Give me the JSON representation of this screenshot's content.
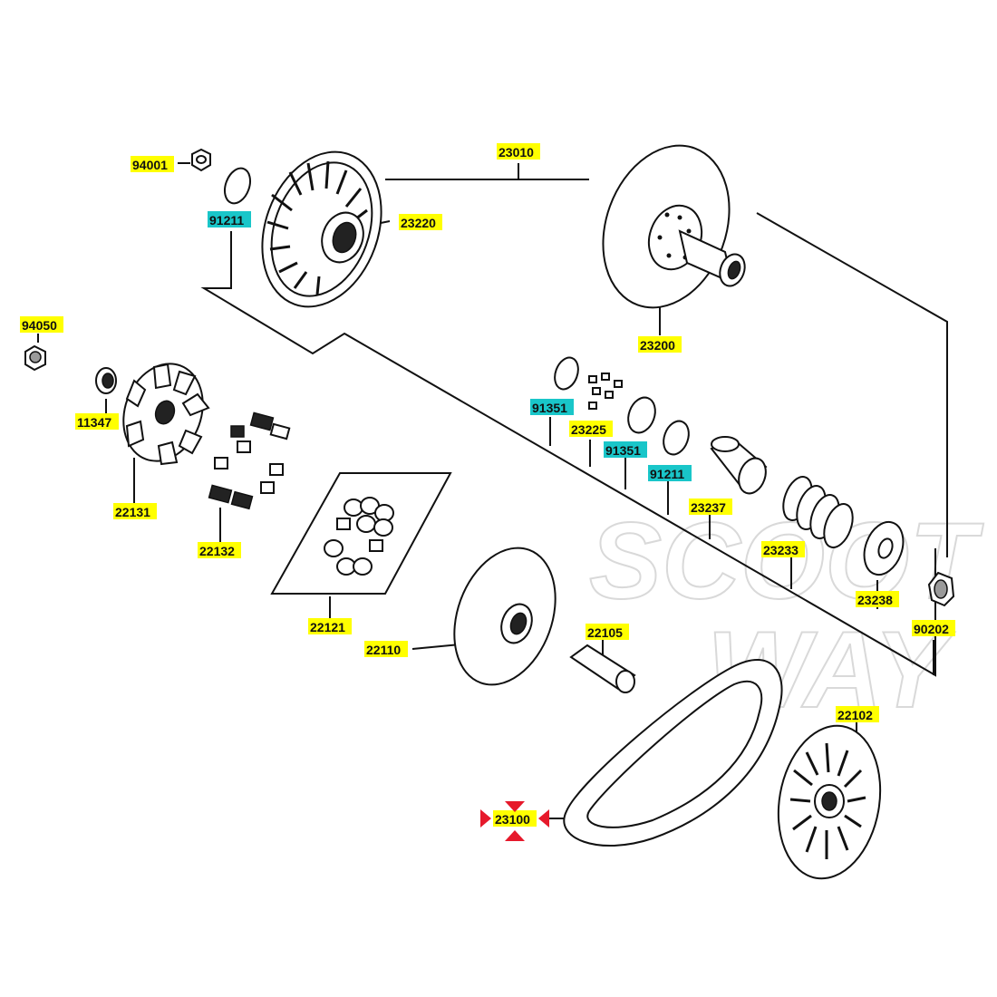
{
  "watermark": {
    "line1": "SCOOT",
    "line2": "WAY"
  },
  "colors": {
    "yellow_highlight": "#ffff00",
    "cyan_highlight": "#19c6c9",
    "selection_marker": "#e6192b",
    "line": "#111111"
  },
  "labels": {
    "p94001": "94001",
    "p91211a": "91211",
    "p23220": "23220",
    "p23010": "23010",
    "p23200": "23200",
    "p94050": "94050",
    "p11347": "11347",
    "p22131": "22131",
    "p22132": "22132",
    "p22121": "22121",
    "p91351a": "91351",
    "p23225": "23225",
    "p91351b": "91351",
    "p91211b": "91211",
    "p23237": "23237",
    "p23233": "23233",
    "p23238": "23238",
    "p90202": "90202",
    "p22110": "22110",
    "p22105": "22105",
    "p22102": "22102",
    "p23100": "23100"
  }
}
